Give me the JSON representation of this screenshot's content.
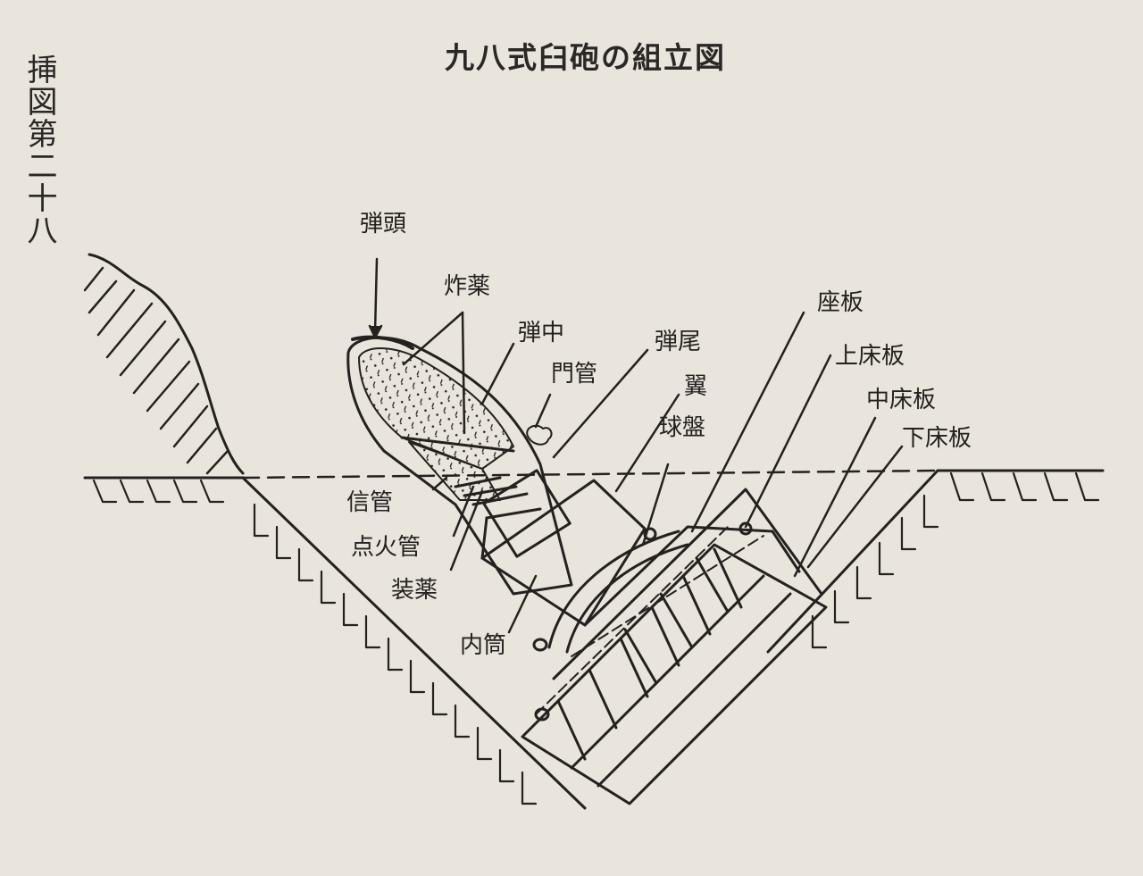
{
  "figure": {
    "title": "九八式臼砲の組立図",
    "number": "挿図第二十八"
  },
  "labels": {
    "warhead": "弾頭",
    "explosive": "炸薬",
    "body": "弾中",
    "primer_tube": "門管",
    "tail": "弾尾",
    "fin": "翼",
    "ball_plate": "球盤",
    "fuze": "信管",
    "igniter": "点火管",
    "propellant": "装薬",
    "inner_tube": "内筒",
    "seat_plate": "座板",
    "upper_floor_plate": "上床板",
    "middle_floor_plate": "中床板",
    "lower_floor_plate": "下床板"
  },
  "colors": {
    "paper": "#e9e4dc",
    "ink": "#24211e",
    "bleed": "#c7c0b6"
  }
}
